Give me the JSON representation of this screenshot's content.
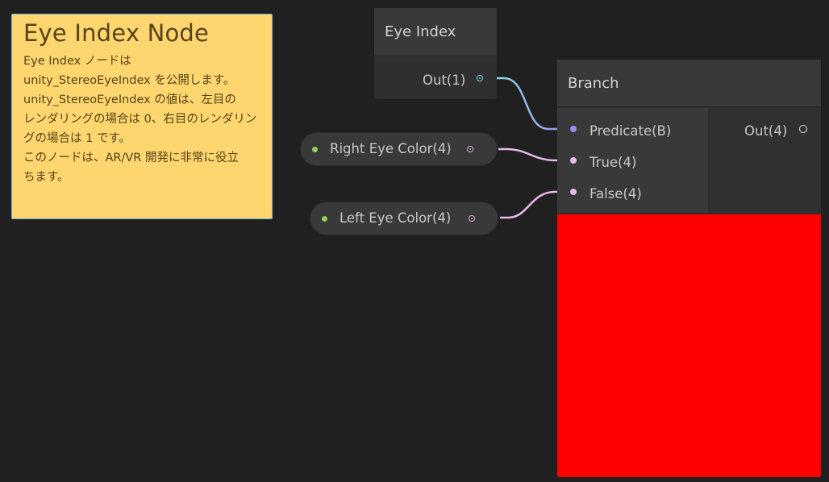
{
  "sticky_note": {
    "title": "Eye Index Node",
    "lines": [
      "Eye Index ノードは",
      "unity_StereoEyeIndex を公開します。",
      "unity_StereoEyeIndex の値は、左目の",
      "レンダリングの場合は 0、右目のレンダリン",
      "グの場合は 1 です。",
      "このノードは、AR/VR 開発に非常に役立",
      "ちます。"
    ],
    "background": "#fdd66f",
    "border": "#6fb6d2"
  },
  "eye_index_node": {
    "title": "Eye Index",
    "output_label": "Out(1)",
    "output_port_color": "#84e4e7"
  },
  "properties": [
    {
      "label": "Right Eye Color(4)",
      "port_color": "#e9b9e9"
    },
    {
      "label": "Left Eye Color(4)",
      "port_color": "#e9b9e9"
    }
  ],
  "branch_node": {
    "title": "Branch",
    "inputs": [
      {
        "label": "Predicate(B)",
        "port_color": "#9c8cf0"
      },
      {
        "label": "True(4)",
        "port_color": "#e9b9e9"
      },
      {
        "label": "False(4)",
        "port_color": "#e9b9e9"
      }
    ],
    "output_label": "Out(4)",
    "preview_color": "#ff0000"
  }
}
